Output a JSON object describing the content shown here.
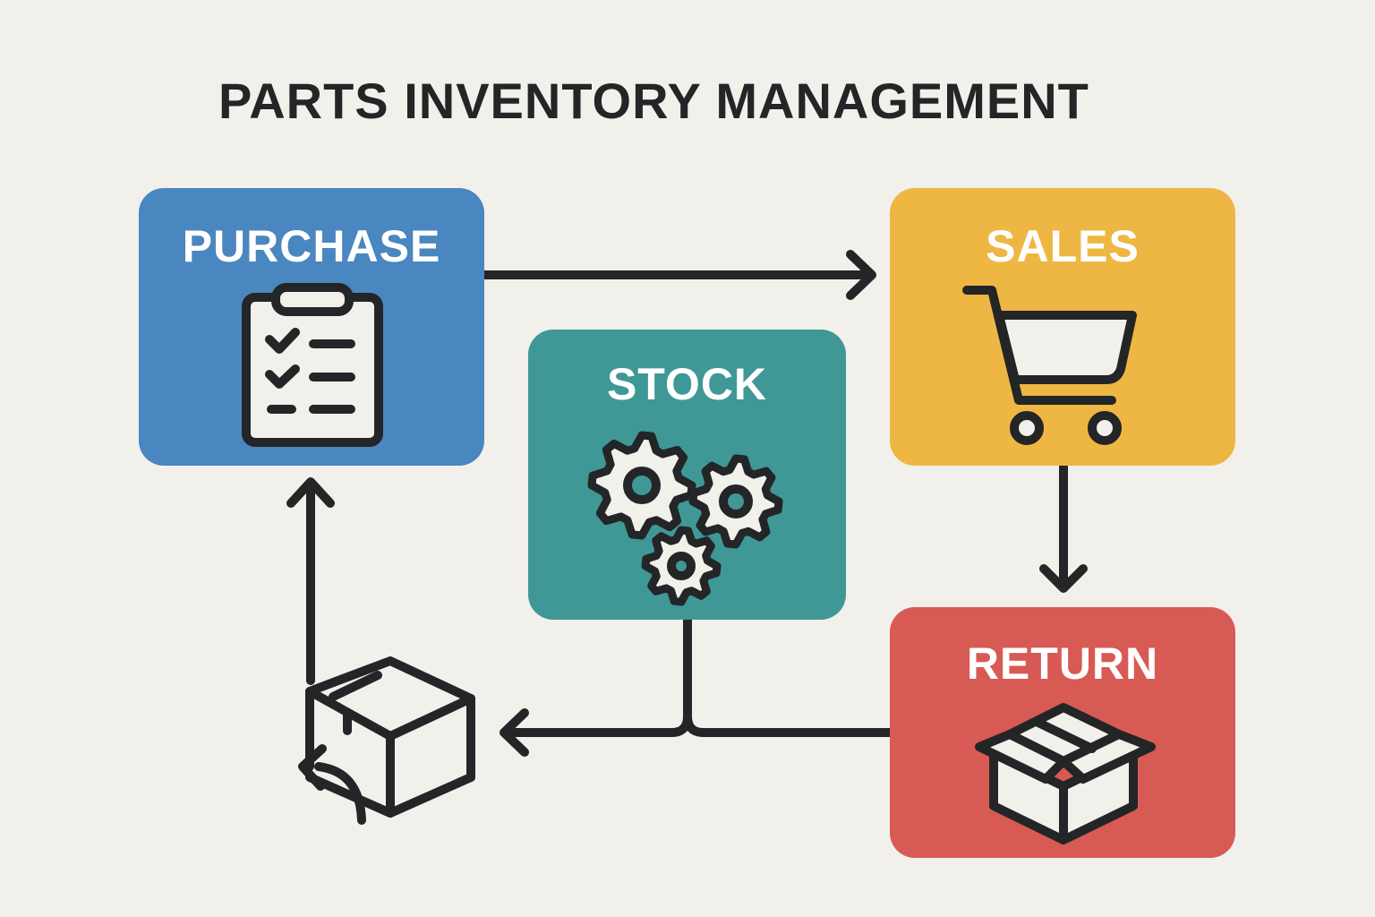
{
  "title": "PARTS INVENTORY MANAGEMENT",
  "colors": {
    "background": "#f2f0eb",
    "ink": "#232526",
    "purchase": "#4a86bf",
    "sales": "#eeb743",
    "stock": "#3f9896",
    "return": "#d85a55",
    "icon_fill": "#f2f0eb"
  },
  "nodes": {
    "purchase": {
      "label": "PURCHASE",
      "icon": "clipboard-checklist-icon"
    },
    "sales": {
      "label": "SALES",
      "icon": "shopping-cart-icon"
    },
    "stock": {
      "label": "STOCK",
      "icon": "gears-icon"
    },
    "return": {
      "label": "RETURN",
      "icon": "open-box-icon"
    }
  },
  "connectors": [
    {
      "from": "PURCHASE",
      "to": "SALES"
    },
    {
      "from": "SALES",
      "to": "RETURN"
    },
    {
      "from": "RETURN",
      "to": "restock box"
    },
    {
      "from": "STOCK",
      "to": "restock box"
    },
    {
      "from": "restock box",
      "to": "PURCHASE"
    }
  ],
  "restock": {
    "icon": "box-return-icon"
  }
}
